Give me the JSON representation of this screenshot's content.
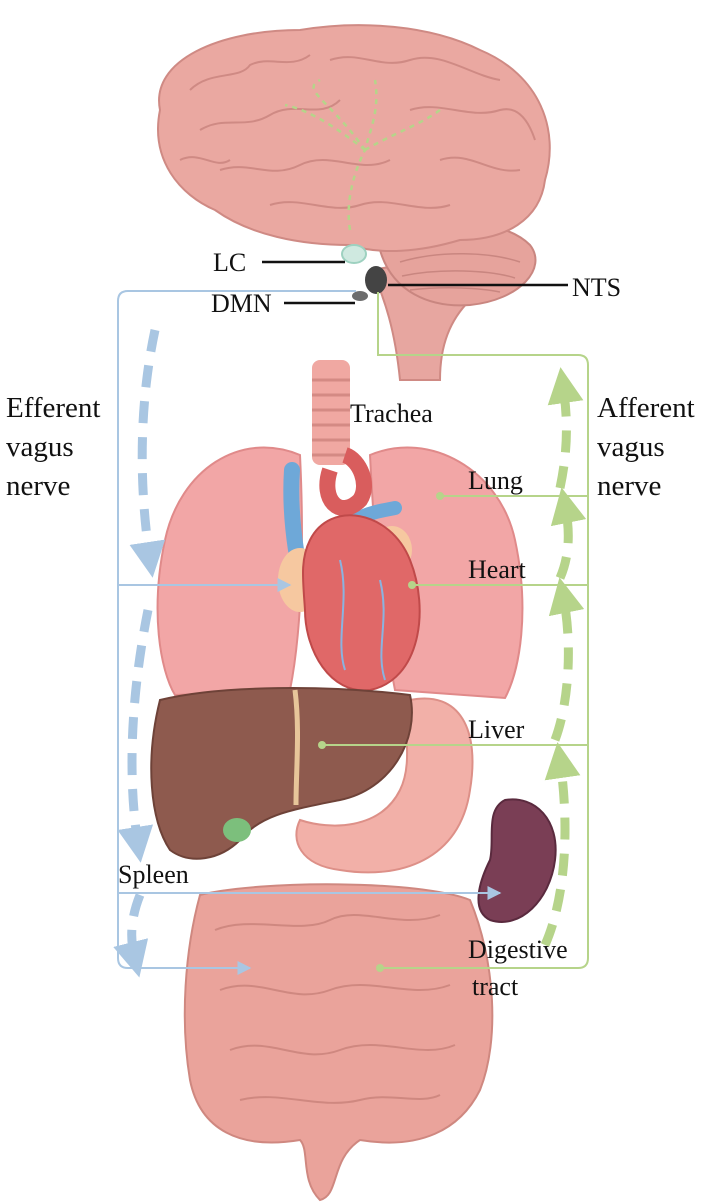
{
  "labels": {
    "lc": "LC",
    "dmn": "DMN",
    "nts": "NTS",
    "efferent": [
      "Efferent",
      "vagus",
      "nerve"
    ],
    "afferent": [
      "Afferent",
      "vagus",
      "nerve"
    ],
    "trachea": "Trachea",
    "lung": "Lung",
    "heart": "Heart",
    "liver": "Liver",
    "spleen": "Spleen",
    "digestive": [
      "Digestive",
      "tract"
    ]
  },
  "colors": {
    "efferent": "#a9c6e2",
    "afferent": "#b6d48a",
    "brain": "#e9a6a0",
    "lung": "#f2a4a4",
    "heart": "#e07070",
    "liver": "#8e5a4e",
    "spleen": "#7a3e55",
    "intestine": "#e9a29a"
  }
}
